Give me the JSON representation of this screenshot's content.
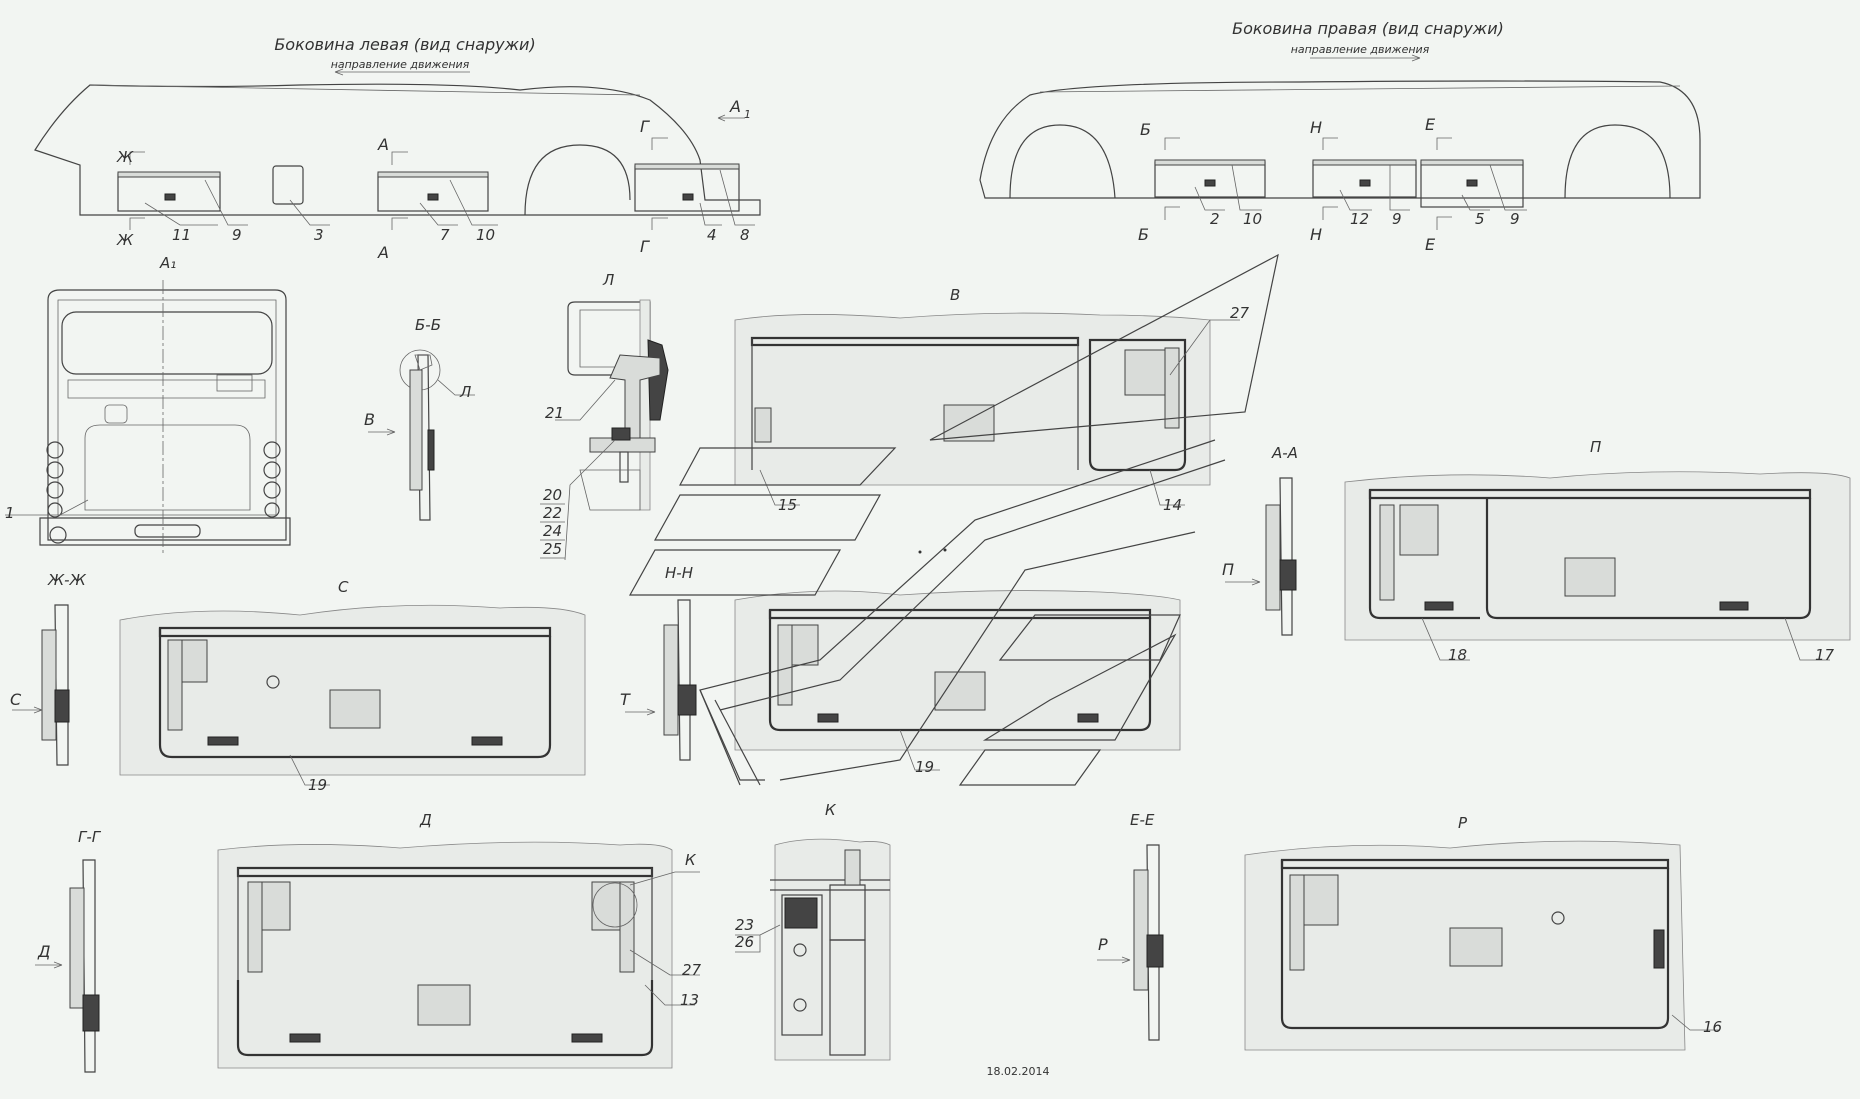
{
  "views": {
    "left_side": {
      "title": "Боковина левая (вид снаружи)",
      "direction": "направление движения"
    },
    "right_side": {
      "title": "Боковина правая (вид снаружи)",
      "direction": "направление движения"
    }
  },
  "section_letters": {
    "zh": "Ж",
    "a": "А",
    "g": "Г",
    "a1": "А",
    "a1_sub": "1",
    "b": "Б",
    "n": "Н",
    "e": "Е",
    "v": "В",
    "s": "С",
    "t": "Т",
    "p": "П",
    "d": "Д",
    "r": "Р"
  },
  "view_titles": {
    "a1": "А₁",
    "bb": "Б-Б",
    "l": "Л",
    "v": "В",
    "nn": "Н-Н",
    "aa": "А-А",
    "p": "П",
    "zhzh": "Ж-Ж",
    "s": "С",
    "gg": "Г-Г",
    "d": "Д",
    "k": "К",
    "ee": "Е-Е",
    "r": "Р"
  },
  "callouts": {
    "c1": "1",
    "c2": "2",
    "c3": "3",
    "c4": "4",
    "c5": "5",
    "c7": "7",
    "c8": "8",
    "c9": "9",
    "c10": "10",
    "c11": "11",
    "c12": "12",
    "c13": "13",
    "c14": "14",
    "c15": "15",
    "c16": "16",
    "c17": "17",
    "c18": "18",
    "c19": "19",
    "c20": "20",
    "c21": "21",
    "c22": "22",
    "c23": "23",
    "c24": "24",
    "c25": "25",
    "c26": "26",
    "c27": "27",
    "l_ref": "Л",
    "k_ref": "К"
  },
  "date": "18.02.2014"
}
